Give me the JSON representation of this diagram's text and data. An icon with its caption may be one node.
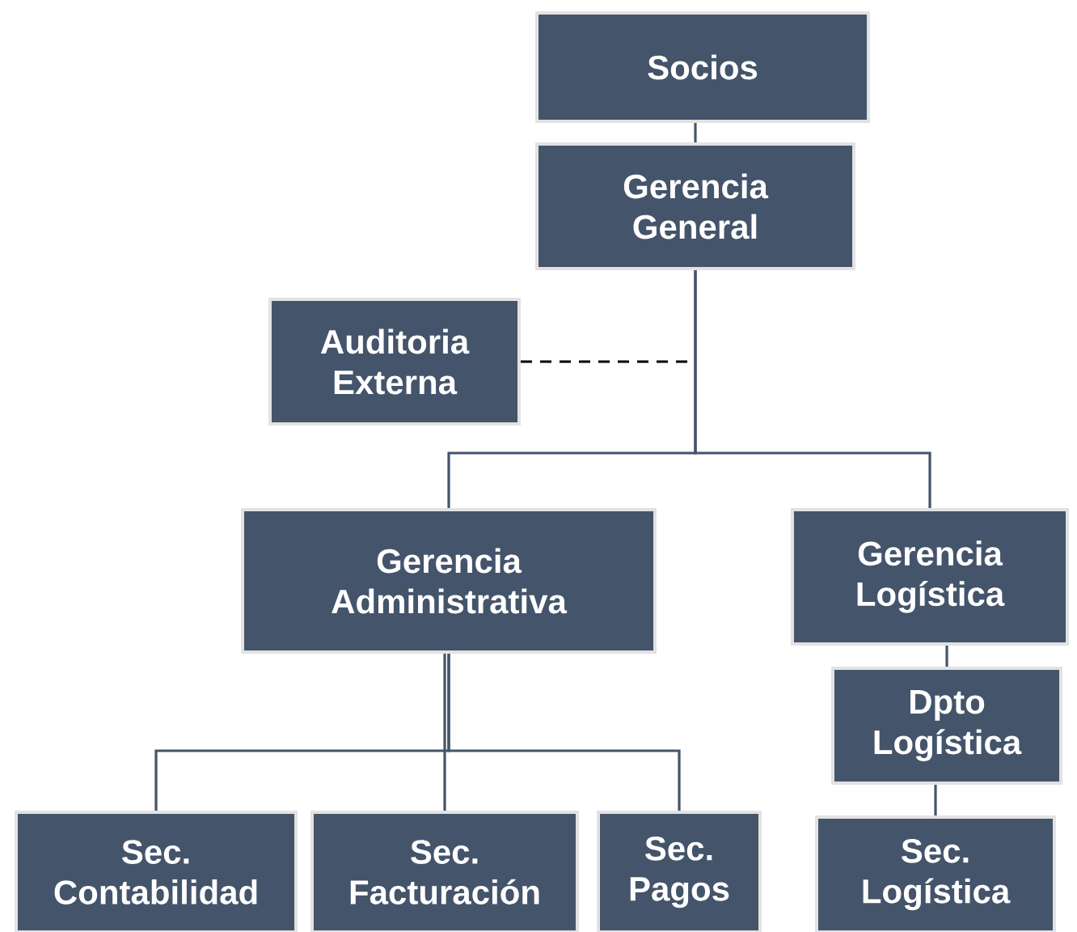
{
  "diagram": {
    "nodes": [
      {
        "text": [
          "Socios"
        ]
      },
      {
        "text": [
          "Gerencia General"
        ]
      },
      {
        "text": [
          "Auditoria Externa"
        ]
      },
      {
        "text": [
          "Gerencia Administrativa"
        ]
      },
      {
        "text": [
          "Gerencia Logística"
        ]
      },
      {
        "text": [
          "Dpto Logística"
        ]
      },
      {
        "text": [
          "Sec. Contabilidad"
        ]
      },
      {
        "text": [
          "Sec. Facturación"
        ]
      },
      {
        "text": [
          "Sec. Pagos"
        ]
      },
      {
        "text": [
          "Sec. Logística"
        ]
      }
    ],
    "edges": [
      {
        "from": 0,
        "to": 1,
        "arrow": "none"
      },
      {
        "from": 2,
        "to": 1,
        "arrow": "none",
        "style": "dashed",
        "color": "#000000"
      },
      {
        "from": 1,
        "to": 3,
        "arrow": "none"
      },
      {
        "from": 1,
        "to": 4,
        "arrow": "none"
      },
      {
        "from": 3,
        "to": 6,
        "arrow": "none"
      },
      {
        "from": 3,
        "to": 7,
        "arrow": "none"
      },
      {
        "from": 3,
        "to": 8,
        "arrow": "none"
      },
      {
        "from": 4,
        "to": 5,
        "arrow": "none"
      },
      {
        "from": 5,
        "to": 9,
        "arrow": "none"
      }
    ]
  }
}
